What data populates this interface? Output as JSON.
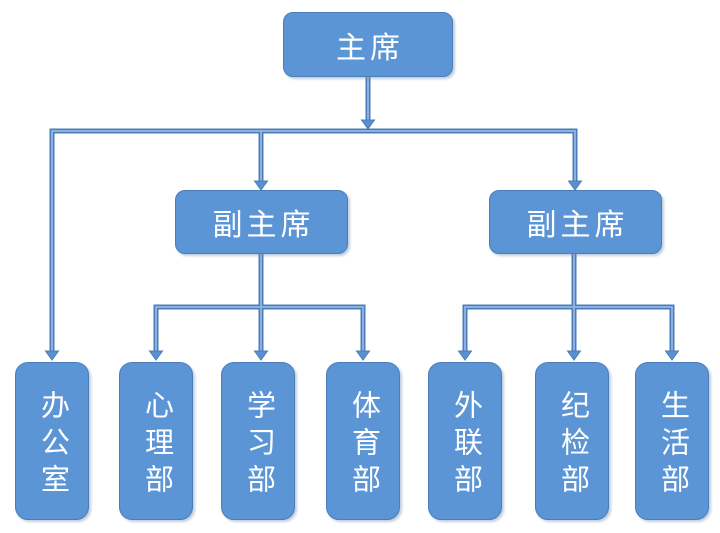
{
  "page": {
    "background_color": "#FFFFFF"
  },
  "org_chart": {
    "type": "org-chart",
    "nodes": {
      "chairman": {
        "label": "主席"
      },
      "vice_chairmen": [
        {
          "label": "副主席",
          "position": "left"
        },
        {
          "label": "副主席",
          "position": "right"
        }
      ],
      "departments": [
        {
          "label": "办公室",
          "reports_to": "主席"
        },
        {
          "label": "心理部",
          "reports_to": "副主席 (left)"
        },
        {
          "label": "学习部",
          "reports_to": "副主席 (left)"
        },
        {
          "label": "体育部",
          "reports_to": "副主席 (left)"
        },
        {
          "label": "外联部",
          "reports_to": "副主席 (right)"
        },
        {
          "label": "纪检部",
          "reports_to": "副主席 (right)"
        },
        {
          "label": "生活部",
          "reports_to": "副主席 (right)"
        }
      ]
    },
    "edges": [
      {
        "from": "主席",
        "to": "办公室",
        "arrow": "down"
      },
      {
        "from": "主席",
        "to": "副主席 (left)",
        "arrow": "down"
      },
      {
        "from": "主席",
        "to": "副主席 (right)",
        "arrow": "down"
      },
      {
        "from": "副主席 (left)",
        "to": "心理部",
        "arrow": "down"
      },
      {
        "from": "副主席 (left)",
        "to": "学习部",
        "arrow": "down"
      },
      {
        "from": "副主席 (left)",
        "to": "体育部",
        "arrow": "down"
      },
      {
        "from": "副主席 (right)",
        "to": "外联部",
        "arrow": "down"
      },
      {
        "from": "副主席 (right)",
        "to": "纪检部",
        "arrow": "down"
      },
      {
        "from": "副主席 (right)",
        "to": "生活部",
        "arrow": "down"
      }
    ],
    "colors": {
      "node_fill": "#5B95D6",
      "node_border": "#4A7EBB",
      "connector_outer": "#4A7EBB",
      "connector_inner": "#8FB0DF",
      "arrowhead": "#5C8FCE",
      "text": "#FFFFFF"
    }
  }
}
